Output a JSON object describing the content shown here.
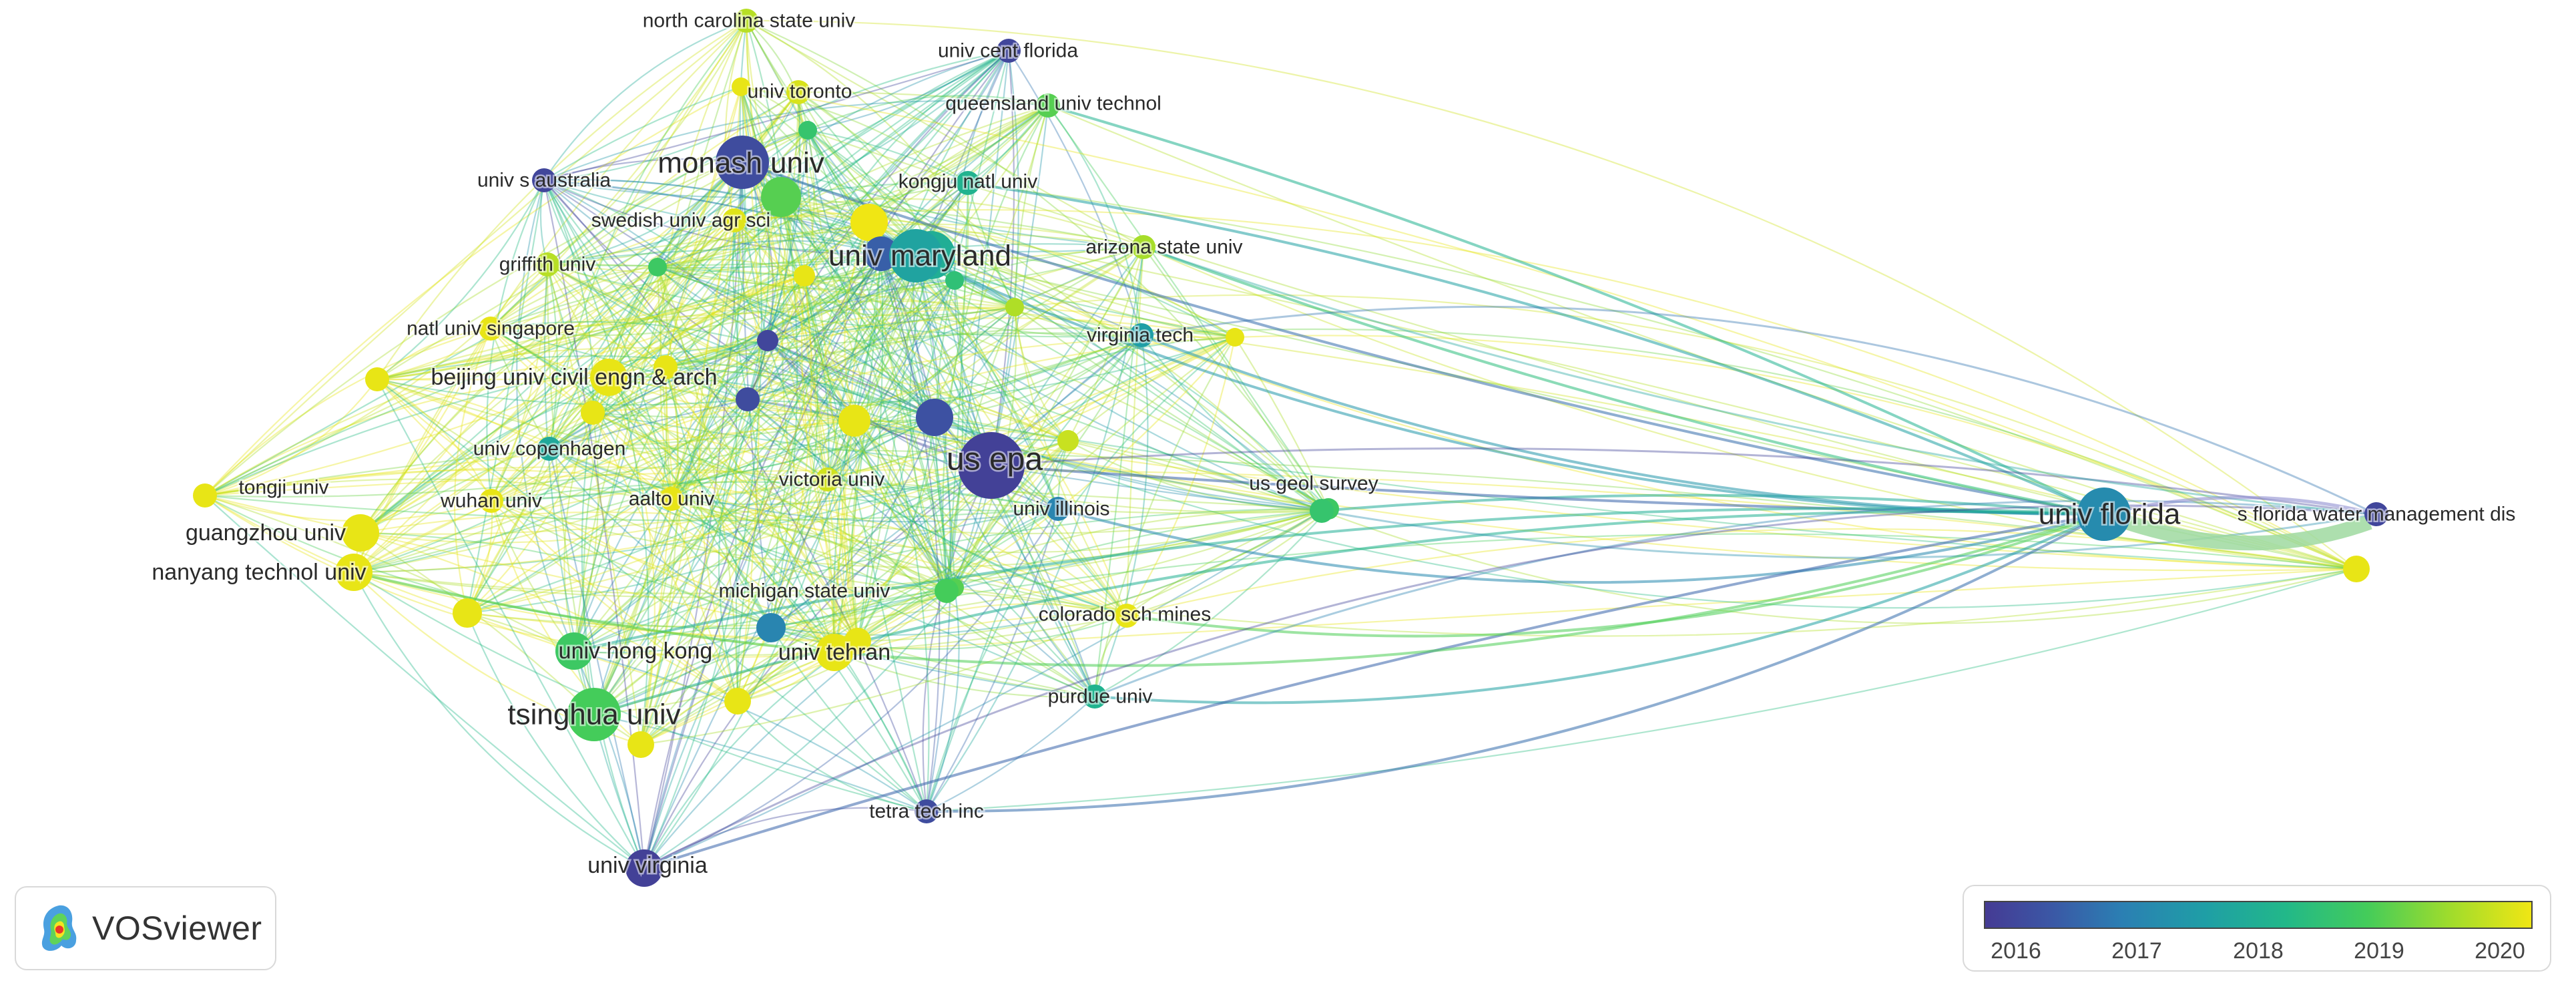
{
  "app": {
    "logo_label": "VOSviewer"
  },
  "legend": {
    "ticks": [
      "2016",
      "2017",
      "2018",
      "2019",
      "2020"
    ],
    "colors": [
      "#453b94",
      "#2b7fb3",
      "#1f9ea6",
      "#44cc5a",
      "#f0e614"
    ]
  },
  "nodes": [
    {
      "id": "us_epa",
      "label": "us epa",
      "year": 2016.1,
      "size": "xl"
    },
    {
      "id": "monash",
      "label": "monash univ",
      "year": 2016.3,
      "size": "lg"
    },
    {
      "id": "univ_florida",
      "label": "univ florida",
      "year": 2017.2,
      "size": "lg"
    },
    {
      "id": "univ_maryland",
      "label": "univ maryland",
      "year": 2017.6,
      "size": "lg"
    },
    {
      "id": "tsinghua",
      "label": "tsinghua univ",
      "year": 2018.5,
      "size": "lg"
    },
    {
      "id": "univ_hong_kong",
      "label": "univ hong kong",
      "year": 2018.4,
      "size": "md"
    },
    {
      "id": "univ_tehran",
      "label": "univ tehran",
      "year": 2019.9,
      "size": "md"
    },
    {
      "id": "beijing_civil",
      "label": "beijing univ civil engn & arch",
      "year": 2019.9,
      "size": "md"
    },
    {
      "id": "guangzhou",
      "label": "guangzhou univ",
      "year": 2019.9,
      "size": "md"
    },
    {
      "id": "nanyang",
      "label": "nanyang technol univ",
      "year": 2019.9,
      "size": "md"
    },
    {
      "id": "tongji",
      "label": "tongji univ",
      "year": 2019.9,
      "size": "sm"
    },
    {
      "id": "univ_toronto",
      "label": "univ toronto",
      "year": 2019.7,
      "size": "sm"
    },
    {
      "id": "north_carolina",
      "label": "north carolina state univ",
      "year": 2019.3,
      "size": "sm"
    },
    {
      "id": "univ_cent_florida",
      "label": "univ cent florida",
      "year": 2016.2,
      "size": "sm"
    },
    {
      "id": "queensland",
      "label": "queensland univ technol",
      "year": 2018.6,
      "size": "sm"
    },
    {
      "id": "kongju",
      "label": "kongju natl univ",
      "year": 2017.9,
      "size": "sm"
    },
    {
      "id": "univ_s_australia",
      "label": "univ s australia",
      "year": 2016.2,
      "size": "sm"
    },
    {
      "id": "swedish",
      "label": "swedish univ agr sci",
      "year": 2019.8,
      "size": "sm"
    },
    {
      "id": "griffith",
      "label": "griffith univ",
      "year": 2019.3,
      "size": "sm"
    },
    {
      "id": "arizona",
      "label": "arizona state univ",
      "year": 2019.1,
      "size": "sm"
    },
    {
      "id": "natl_singapore",
      "label": "natl univ singapore",
      "year": 2019.9,
      "size": "sm"
    },
    {
      "id": "virginia_tech",
      "label": "virginia tech",
      "year": 2017.5,
      "size": "sm"
    },
    {
      "id": "univ_copenhagen",
      "label": "univ copenhagen",
      "year": 2017.7,
      "size": "sm"
    },
    {
      "id": "wuhan",
      "label": "wuhan univ",
      "year": 2019.9,
      "size": "sm"
    },
    {
      "id": "aalto",
      "label": "aalto univ",
      "year": 2019.9,
      "size": "sm"
    },
    {
      "id": "victoria",
      "label": "victoria univ",
      "year": 2019.6,
      "size": "sm"
    },
    {
      "id": "univ_illinois",
      "label": "univ illinois",
      "year": 2017.1,
      "size": "sm"
    },
    {
      "id": "us_geol",
      "label": "us geol survey",
      "year": 2018.3,
      "size": "sm"
    },
    {
      "id": "s_florida_water",
      "label": "s florida water management dis",
      "year": 2016.2,
      "size": "sm"
    },
    {
      "id": "michigan",
      "label": "michigan state univ",
      "year": 2018.5,
      "size": "sm"
    },
    {
      "id": "colorado",
      "label": "colorado sch mines",
      "year": 2019.9,
      "size": "sm"
    },
    {
      "id": "purdue",
      "label": "purdue univ",
      "year": 2017.9,
      "size": "sm"
    },
    {
      "id": "tetra_tech",
      "label": "tetra tech inc",
      "year": 2016.3,
      "size": "sm"
    },
    {
      "id": "univ_virginia",
      "label": "univ virginia",
      "year": 2016.1,
      "size": "md"
    }
  ]
}
